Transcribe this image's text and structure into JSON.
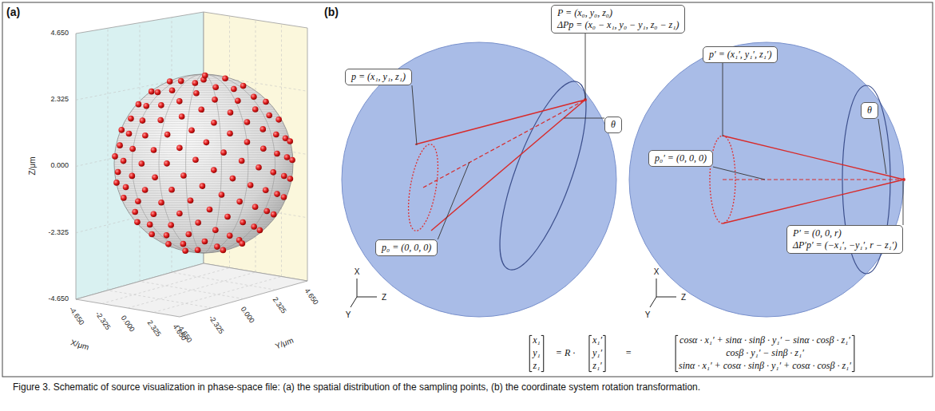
{
  "diagram": {
    "caption": "Figure 3. Schematic of source visualization in phase-space file: (a) the spatial distribution of the sampling points, (b) the coordinate system rotation transformation.",
    "nodes": [
      {
        "text": [
          "P = (x₀, y₀, z₀)",
          "ΔPp = (x₀ − x₁, y₀ − y₁, z₀ − z₁)"
        ]
      },
      {
        "text": [
          "p = (x₁, y₁, z₁)"
        ]
      },
      {
        "text": [
          "θ"
        ]
      },
      {
        "text": [
          "p₀ = (0, 0, 0)"
        ]
      },
      {
        "text": [
          "p′ = (x₁′, y₁′, z₁′)"
        ]
      },
      {
        "text": [
          "θ"
        ]
      },
      {
        "text": [
          "p₀′ = (0, 0, 0)"
        ]
      },
      {
        "text": [
          "P′ = (0, 0, r)",
          "ΔP′p′ = (−x₁′, −y₁′, r − z₁′)"
        ]
      }
    ],
    "labels": [
      "(a)",
      "4.650",
      "2.325",
      "0.000",
      "-2.325",
      "-4.650",
      "Z/μm",
      "-4.650",
      "-2.325",
      "0.000",
      "2.325",
      "4.650",
      "X/μm",
      "-4.650",
      "-2.325",
      "0.000",
      "2.325",
      "4.650",
      "Y/μm",
      "(b)",
      "X",
      "Y",
      "Z",
      "X",
      "Y",
      "Z",
      "x₁",
      "y₁",
      "z₁",
      "= R ·",
      "x₁′",
      "y₁′",
      "z₁′",
      "=",
      "cosα · x₁′ + sinα · sinβ · y₁′ − sinα · cosβ · z₁′",
      "cosβ · y₁′ − sinβ · z₁′",
      "sinα · x₁′ + cosα · sinβ · y₁′ + cosα · cosβ · z₁′"
    ]
  }
}
